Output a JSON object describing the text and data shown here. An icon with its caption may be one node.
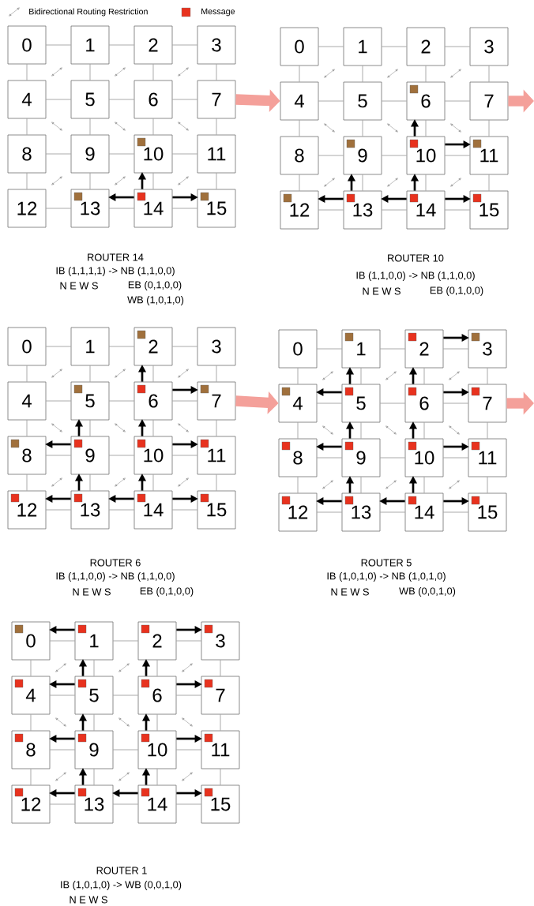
{
  "diagram": {
    "nodes": [
      {
        "text": [
          "0"
        ]
      },
      {
        "text": [
          "1"
        ]
      },
      {
        "text": [
          "2"
        ]
      },
      {
        "text": [
          "3"
        ]
      },
      {
        "text": [
          "4"
        ]
      },
      {
        "text": [
          "5"
        ]
      },
      {
        "text": [
          "6"
        ]
      },
      {
        "text": [
          "7"
        ]
      },
      {
        "text": [
          "8"
        ]
      },
      {
        "text": [
          "9"
        ]
      },
      {
        "text": [
          "10"
        ]
      },
      {
        "text": [
          "11"
        ]
      },
      {
        "text": [
          "12"
        ]
      },
      {
        "text": [
          "13"
        ]
      },
      {
        "text": [
          "14"
        ]
      },
      {
        "text": [
          "15"
        ]
      },
      {
        "text": [
          "0"
        ]
      },
      {
        "text": [
          "1"
        ]
      },
      {
        "text": [
          "2"
        ]
      },
      {
        "text": [
          "3"
        ]
      },
      {
        "text": [
          "4"
        ]
      },
      {
        "text": [
          "5"
        ]
      },
      {
        "text": [
          "6"
        ]
      },
      {
        "text": [
          "7"
        ]
      },
      {
        "text": [
          "8"
        ]
      },
      {
        "text": [
          "9"
        ]
      },
      {
        "text": [
          "10"
        ]
      },
      {
        "text": [
          "11"
        ]
      },
      {
        "text": [
          "12"
        ]
      },
      {
        "text": [
          "13"
        ]
      },
      {
        "text": [
          "14"
        ]
      },
      {
        "text": [
          "15"
        ]
      },
      {
        "text": [
          "0"
        ]
      },
      {
        "text": [
          "1"
        ]
      },
      {
        "text": [
          "2"
        ]
      },
      {
        "text": [
          "3"
        ]
      },
      {
        "text": [
          "4"
        ]
      },
      {
        "text": [
          "5"
        ]
      },
      {
        "text": [
          "6"
        ]
      },
      {
        "text": [
          "7"
        ]
      },
      {
        "text": [
          "8"
        ]
      },
      {
        "text": [
          "9"
        ]
      },
      {
        "text": [
          "10"
        ]
      },
      {
        "text": [
          "11"
        ]
      },
      {
        "text": [
          "12"
        ]
      },
      {
        "text": [
          "13"
        ]
      },
      {
        "text": [
          "14"
        ]
      },
      {
        "text": [
          "15"
        ]
      },
      {
        "text": [
          "0"
        ]
      },
      {
        "text": [
          "1"
        ]
      },
      {
        "text": [
          "2"
        ]
      },
      {
        "text": [
          "3"
        ]
      },
      {
        "text": [
          "4"
        ]
      },
      {
        "text": [
          "5"
        ]
      },
      {
        "text": [
          "6"
        ]
      },
      {
        "text": [
          "7"
        ]
      },
      {
        "text": [
          "8"
        ]
      },
      {
        "text": [
          "9"
        ]
      },
      {
        "text": [
          "10"
        ]
      },
      {
        "text": [
          "11"
        ]
      },
      {
        "text": [
          "12"
        ]
      },
      {
        "text": [
          "13"
        ]
      },
      {
        "text": [
          "14"
        ]
      },
      {
        "text": [
          "15"
        ]
      },
      {
        "text": [
          "0"
        ]
      },
      {
        "text": [
          "1"
        ]
      },
      {
        "text": [
          "2"
        ]
      },
      {
        "text": [
          "3"
        ]
      },
      {
        "text": [
          "4"
        ]
      },
      {
        "text": [
          "5"
        ]
      },
      {
        "text": [
          "6"
        ]
      },
      {
        "text": [
          "7"
        ]
      },
      {
        "text": [
          "8"
        ]
      },
      {
        "text": [
          "9"
        ]
      },
      {
        "text": [
          "10"
        ]
      },
      {
        "text": [
          "11"
        ]
      },
      {
        "text": [
          "12"
        ]
      },
      {
        "text": [
          "13"
        ]
      },
      {
        "text": [
          "14"
        ]
      },
      {
        "text": [
          "15"
        ]
      }
    ],
    "edges": [
      {
        "from": 0,
        "to": 1,
        "arrow": "none"
      },
      {
        "from": 1,
        "to": 2,
        "arrow": "none"
      },
      {
        "from": 2,
        "to": 3,
        "arrow": "none"
      },
      {
        "from": 4,
        "to": 5,
        "arrow": "none"
      },
      {
        "from": 5,
        "to": 6,
        "arrow": "none"
      },
      {
        "from": 6,
        "to": 7,
        "arrow": "none"
      },
      {
        "from": 8,
        "to": 9,
        "arrow": "none"
      },
      {
        "from": 9,
        "to": 10,
        "arrow": "none"
      },
      {
        "from": 10,
        "to": 11,
        "arrow": "none"
      },
      {
        "from": 12,
        "to": 13,
        "arrow": "none"
      },
      {
        "from": 13,
        "to": 14,
        "arrow": "none"
      },
      {
        "from": 14,
        "to": 15,
        "arrow": "none"
      },
      {
        "from": 0,
        "to": 4,
        "arrow": "none"
      },
      {
        "from": 1,
        "to": 5,
        "arrow": "none"
      },
      {
        "from": 2,
        "to": 6,
        "arrow": "none"
      },
      {
        "from": 3,
        "to": 7,
        "arrow": "none"
      },
      {
        "from": 4,
        "to": 8,
        "arrow": "none"
      },
      {
        "from": 5,
        "to": 9,
        "arrow": "none"
      },
      {
        "from": 6,
        "to": 10,
        "arrow": "none"
      },
      {
        "from": 7,
        "to": 11,
        "arrow": "none"
      },
      {
        "from": 8,
        "to": 12,
        "arrow": "none"
      },
      {
        "from": 9,
        "to": 13,
        "arrow": "none"
      },
      {
        "from": 10,
        "to": 14,
        "arrow": "none"
      },
      {
        "from": 11,
        "to": 15,
        "arrow": "none"
      },
      {
        "from": 14,
        "to": 10,
        "arrow": "to",
        "style": "thick",
        "color": "#000000"
      },
      {
        "from": 14,
        "to": 13,
        "arrow": "to",
        "style": "thick",
        "color": "#000000"
      },
      {
        "from": 14,
        "to": 15,
        "arrow": "to",
        "style": "thick",
        "color": "#000000"
      },
      {
        "from": 16,
        "to": 17,
        "arrow": "none"
      },
      {
        "from": 17,
        "to": 18,
        "arrow": "none"
      },
      {
        "from": 18,
        "to": 19,
        "arrow": "none"
      },
      {
        "from": 20,
        "to": 21,
        "arrow": "none"
      },
      {
        "from": 21,
        "to": 22,
        "arrow": "none"
      },
      {
        "from": 22,
        "to": 23,
        "arrow": "none"
      },
      {
        "from": 24,
        "to": 25,
        "arrow": "none"
      },
      {
        "from": 25,
        "to": 26,
        "arrow": "none"
      },
      {
        "from": 26,
        "to": 27,
        "arrow": "none"
      },
      {
        "from": 28,
        "to": 29,
        "arrow": "none"
      },
      {
        "from": 29,
        "to": 30,
        "arrow": "none"
      },
      {
        "from": 30,
        "to": 31,
        "arrow": "none"
      },
      {
        "from": 16,
        "to": 20,
        "arrow": "none"
      },
      {
        "from": 17,
        "to": 21,
        "arrow": "none"
      },
      {
        "from": 18,
        "to": 22,
        "arrow": "none"
      },
      {
        "from": 19,
        "to": 23,
        "arrow": "none"
      },
      {
        "from": 20,
        "to": 24,
        "arrow": "none"
      },
      {
        "from": 21,
        "to": 25,
        "arrow": "none"
      },
      {
        "from": 22,
        "to": 26,
        "arrow": "none"
      },
      {
        "from": 23,
        "to": 27,
        "arrow": "none"
      },
      {
        "from": 24,
        "to": 28,
        "arrow": "none"
      },
      {
        "from": 25,
        "to": 29,
        "arrow": "none"
      },
      {
        "from": 26,
        "to": 30,
        "arrow": "none"
      },
      {
        "from": 27,
        "to": 31,
        "arrow": "none"
      },
      {
        "from": 30,
        "to": 26,
        "arrow": "to",
        "style": "thick",
        "color": "#000000"
      },
      {
        "from": 30,
        "to": 29,
        "arrow": "to",
        "style": "thick",
        "color": "#000000"
      },
      {
        "from": 30,
        "to": 31,
        "arrow": "to",
        "style": "thick",
        "color": "#000000"
      },
      {
        "from": 26,
        "to": 22,
        "arrow": "to",
        "style": "thick",
        "color": "#000000"
      },
      {
        "from": 26,
        "to": 27,
        "arrow": "to",
        "style": "thick",
        "color": "#000000"
      },
      {
        "from": 29,
        "to": 25,
        "arrow": "to",
        "style": "thick",
        "color": "#000000"
      },
      {
        "from": 29,
        "to": 28,
        "arrow": "to",
        "style": "thick",
        "color": "#000000"
      },
      {
        "from": 32,
        "to": 33,
        "arrow": "none"
      },
      {
        "from": 33,
        "to": 34,
        "arrow": "none"
      },
      {
        "from": 34,
        "to": 35,
        "arrow": "none"
      },
      {
        "from": 36,
        "to": 37,
        "arrow": "none"
      },
      {
        "from": 37,
        "to": 38,
        "arrow": "none"
      },
      {
        "from": 38,
        "to": 39,
        "arrow": "none"
      },
      {
        "from": 40,
        "to": 41,
        "arrow": "none"
      },
      {
        "from": 41,
        "to": 42,
        "arrow": "none"
      },
      {
        "from": 42,
        "to": 43,
        "arrow": "none"
      },
      {
        "from": 44,
        "to": 45,
        "arrow": "none"
      },
      {
        "from": 45,
        "to": 46,
        "arrow": "none"
      },
      {
        "from": 46,
        "to": 47,
        "arrow": "none"
      },
      {
        "from": 32,
        "to": 36,
        "arrow": "none"
      },
      {
        "from": 33,
        "to": 37,
        "arrow": "none"
      },
      {
        "from": 34,
        "to": 38,
        "arrow": "none"
      },
      {
        "from": 35,
        "to": 39,
        "arrow": "none"
      },
      {
        "from": 36,
        "to": 40,
        "arrow": "none"
      },
      {
        "from": 37,
        "to": 41,
        "arrow": "none"
      },
      {
        "from": 38,
        "to": 42,
        "arrow": "none"
      },
      {
        "from": 39,
        "to": 43,
        "arrow": "none"
      },
      {
        "from": 40,
        "to": 44,
        "arrow": "none"
      },
      {
        "from": 41,
        "to": 45,
        "arrow": "none"
      },
      {
        "from": 42,
        "to": 46,
        "arrow": "none"
      },
      {
        "from": 43,
        "to": 47,
        "arrow": "none"
      },
      {
        "from": 46,
        "to": 42,
        "arrow": "to",
        "style": "thick",
        "color": "#000000"
      },
      {
        "from": 46,
        "to": 45,
        "arrow": "to",
        "style": "thick",
        "color": "#000000"
      },
      {
        "from": 46,
        "to": 47,
        "arrow": "to",
        "style": "thick",
        "color": "#000000"
      },
      {
        "from": 42,
        "to": 38,
        "arrow": "to",
        "style": "thick",
        "color": "#000000"
      },
      {
        "from": 42,
        "to": 43,
        "arrow": "to",
        "style": "thick",
        "color": "#000000"
      },
      {
        "from": 45,
        "to": 41,
        "arrow": "to",
        "style": "thick",
        "color": "#000000"
      },
      {
        "from": 45,
        "to": 44,
        "arrow": "to",
        "style": "thick",
        "color": "#000000"
      },
      {
        "from": 41,
        "to": 37,
        "arrow": "to",
        "style": "thick",
        "color": "#000000"
      },
      {
        "from": 41,
        "to": 40,
        "arrow": "to",
        "style": "thick",
        "color": "#000000"
      },
      {
        "from": 38,
        "to": 34,
        "arrow": "to",
        "style": "thick",
        "color": "#000000"
      },
      {
        "from": 38,
        "to": 39,
        "arrow": "to",
        "style": "thick",
        "color": "#000000"
      },
      {
        "from": 48,
        "to": 49,
        "arrow": "none"
      },
      {
        "from": 49,
        "to": 50,
        "arrow": "none"
      },
      {
        "from": 50,
        "to": 51,
        "arrow": "none"
      },
      {
        "from": 52,
        "to": 53,
        "arrow": "none"
      },
      {
        "from": 53,
        "to": 54,
        "arrow": "none"
      },
      {
        "from": 54,
        "to": 55,
        "arrow": "none"
      },
      {
        "from": 56,
        "to": 57,
        "arrow": "none"
      },
      {
        "from": 57,
        "to": 58,
        "arrow": "none"
      },
      {
        "from": 58,
        "to": 59,
        "arrow": "none"
      },
      {
        "from": 60,
        "to": 61,
        "arrow": "none"
      },
      {
        "from": 61,
        "to": 62,
        "arrow": "none"
      },
      {
        "from": 62,
        "to": 63,
        "arrow": "none"
      },
      {
        "from": 48,
        "to": 52,
        "arrow": "none"
      },
      {
        "from": 49,
        "to": 53,
        "arrow": "none"
      },
      {
        "from": 50,
        "to": 54,
        "arrow": "none"
      },
      {
        "from": 51,
        "to": 55,
        "arrow": "none"
      },
      {
        "from": 52,
        "to": 56,
        "arrow": "none"
      },
      {
        "from": 53,
        "to": 57,
        "arrow": "none"
      },
      {
        "from": 54,
        "to": 58,
        "arrow": "none"
      },
      {
        "from": 55,
        "to": 59,
        "arrow": "none"
      },
      {
        "from": 56,
        "to": 60,
        "arrow": "none"
      },
      {
        "from": 57,
        "to": 61,
        "arrow": "none"
      },
      {
        "from": 58,
        "to": 62,
        "arrow": "none"
      },
      {
        "from": 59,
        "to": 63,
        "arrow": "none"
      },
      {
        "from": 62,
        "to": 58,
        "arrow": "to",
        "style": "thick",
        "color": "#000000"
      },
      {
        "from": 62,
        "to": 61,
        "arrow": "to",
        "style": "thick",
        "color": "#000000"
      },
      {
        "from": 62,
        "to": 63,
        "arrow": "to",
        "style": "thick",
        "color": "#000000"
      },
      {
        "from": 58,
        "to": 54,
        "arrow": "to",
        "style": "thick",
        "color": "#000000"
      },
      {
        "from": 58,
        "to": 59,
        "arrow": "to",
        "style": "thick",
        "color": "#000000"
      },
      {
        "from": 61,
        "to": 57,
        "arrow": "to",
        "style": "thick",
        "color": "#000000"
      },
      {
        "from": 61,
        "to": 60,
        "arrow": "to",
        "style": "thick",
        "color": "#000000"
      },
      {
        "from": 57,
        "to": 53,
        "arrow": "to",
        "style": "thick",
        "color": "#000000"
      },
      {
        "from": 57,
        "to": 56,
        "arrow": "to",
        "style": "thick",
        "color": "#000000"
      },
      {
        "from": 54,
        "to": 50,
        "arrow": "to",
        "style": "thick",
        "color": "#000000"
      },
      {
        "from": 54,
        "to": 55,
        "arrow": "to",
        "style": "thick",
        "color": "#000000"
      },
      {
        "from": 53,
        "to": 49,
        "arrow": "to",
        "style": "thick",
        "color": "#000000"
      },
      {
        "from": 53,
        "to": 52,
        "arrow": "to",
        "style": "thick",
        "color": "#000000"
      },
      {
        "from": 50,
        "to": 51,
        "arrow": "to",
        "style": "thick",
        "color": "#000000"
      },
      {
        "from": 64,
        "to": 65,
        "arrow": "none"
      },
      {
        "from": 65,
        "to": 66,
        "arrow": "none"
      },
      {
        "from": 66,
        "to": 67,
        "arrow": "none"
      },
      {
        "from": 68,
        "to": 69,
        "arrow": "none"
      },
      {
        "from": 69,
        "to": 70,
        "arrow": "none"
      },
      {
        "from": 70,
        "to": 71,
        "arrow": "none"
      },
      {
        "from": 72,
        "to": 73,
        "arrow": "none"
      },
      {
        "from": 73,
        "to": 74,
        "arrow": "none"
      },
      {
        "from": 74,
        "to": 75,
        "arrow": "none"
      },
      {
        "from": 76,
        "to": 77,
        "arrow": "none"
      },
      {
        "from": 77,
        "to": 78,
        "arrow": "none"
      },
      {
        "from": 78,
        "to": 79,
        "arrow": "none"
      },
      {
        "from": 64,
        "to": 68,
        "arrow": "none"
      },
      {
        "from": 65,
        "to": 69,
        "arrow": "none"
      },
      {
        "from": 66,
        "to": 70,
        "arrow": "none"
      },
      {
        "from": 67,
        "to": 71,
        "arrow": "none"
      },
      {
        "from": 68,
        "to": 72,
        "arrow": "none"
      },
      {
        "from": 69,
        "to": 73,
        "arrow": "none"
      },
      {
        "from": 70,
        "to": 74,
        "arrow": "none"
      },
      {
        "from": 71,
        "to": 75,
        "arrow": "none"
      },
      {
        "from": 72,
        "to": 76,
        "arrow": "none"
      },
      {
        "from": 73,
        "to": 77,
        "arrow": "none"
      },
      {
        "from": 74,
        "to": 78,
        "arrow": "none"
      },
      {
        "from": 75,
        "to": 79,
        "arrow": "none"
      },
      {
        "from": 78,
        "to": 74,
        "arrow": "to",
        "style": "thick",
        "color": "#000000"
      },
      {
        "from": 78,
        "to": 77,
        "arrow": "to",
        "style": "thick",
        "color": "#000000"
      },
      {
        "from": 78,
        "to": 79,
        "arrow": "to",
        "style": "thick",
        "color": "#000000"
      },
      {
        "from": 74,
        "to": 70,
        "arrow": "to",
        "style": "thick",
        "color": "#000000"
      },
      {
        "from": 74,
        "to": 75,
        "arrow": "to",
        "style": "thick",
        "color": "#000000"
      },
      {
        "from": 77,
        "to": 73,
        "arrow": "to",
        "style": "thick",
        "color": "#000000"
      },
      {
        "from": 77,
        "to": 76,
        "arrow": "to",
        "style": "thick",
        "color": "#000000"
      },
      {
        "from": 73,
        "to": 69,
        "arrow": "to",
        "style": "thick",
        "color": "#000000"
      },
      {
        "from": 73,
        "to": 72,
        "arrow": "to",
        "style": "thick",
        "color": "#000000"
      },
      {
        "from": 70,
        "to": 66,
        "arrow": "to",
        "style": "thick",
        "color": "#000000"
      },
      {
        "from": 70,
        "to": 71,
        "arrow": "to",
        "style": "thick",
        "color": "#000000"
      },
      {
        "from": 69,
        "to": 65,
        "arrow": "to",
        "style": "thick",
        "color": "#000000"
      },
      {
        "from": 69,
        "to": 68,
        "arrow": "to",
        "style": "thick",
        "color": "#000000"
      },
      {
        "from": 66,
        "to": 67,
        "arrow": "to",
        "style": "thick",
        "color": "#000000"
      },
      {
        "from": 65,
        "to": 64,
        "arrow": "to",
        "style": "thick",
        "color": "#000000"
      },
      {
        "from": 7,
        "to": 20,
        "arrow": "to",
        "style": "thick",
        "color": "#f4a09a"
      },
      {
        "from": 23,
        "to": null,
        "arrow": "to",
        "style": "thick",
        "color": "#f4a09a"
      },
      {
        "from": 39,
        "to": 52,
        "arrow": "to",
        "style": "thick",
        "color": "#f4a09a"
      },
      {
        "from": 55,
        "to": null,
        "arrow": "to",
        "style": "thick",
        "color": "#f4a09a"
      }
    ],
    "labels": [
      "ROUTER 14",
      "IB (1,1,1,1) -> NB (1,1,0,0)",
      "N E W S",
      "EB (0,1,0,0)",
      "WB (1,0,1,0)",
      "ROUTER 10",
      "IB (1,1,0,0) -> NB (1,1,0,0)",
      "N E W S",
      "EB (0,1,0,0)",
      "ROUTER 6",
      "IB (1,1,0,0) -> NB (1,1,0,0)",
      "N E W S",
      "EB (0,1,0,0)",
      "ROUTER 5",
      "IB (1,0,1,0) -> NB (1,0,1,0)",
      "N E W S",
      "WB (0,0,1,0)",
      "ROUTER 1",
      "IB (1,0,1,0) -> WB (0,0,1,0)",
      "N E W S"
    ],
    "legend": [
      {
        "text": "Bidirectional Routing Restriction"
      },
      {
        "text": "Message",
        "color": "#e8321e"
      }
    ]
  }
}
